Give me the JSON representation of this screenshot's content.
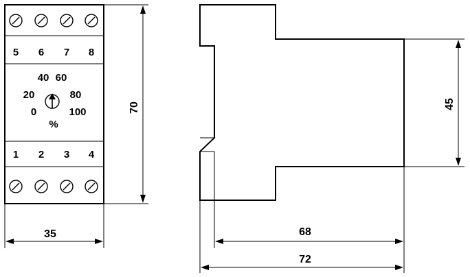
{
  "front_view": {
    "top_terminals": [
      "5",
      "6",
      "7",
      "8"
    ],
    "bottom_terminals": [
      "1",
      "2",
      "3",
      "4"
    ],
    "dial": {
      "scale_labels": [
        "0",
        "20",
        "40",
        "60",
        "80",
        "100"
      ],
      "unit": "%"
    }
  },
  "dimensions": {
    "width": "35",
    "height": "70",
    "side_height": "45",
    "inner_depth": "68",
    "total_depth": "72"
  }
}
